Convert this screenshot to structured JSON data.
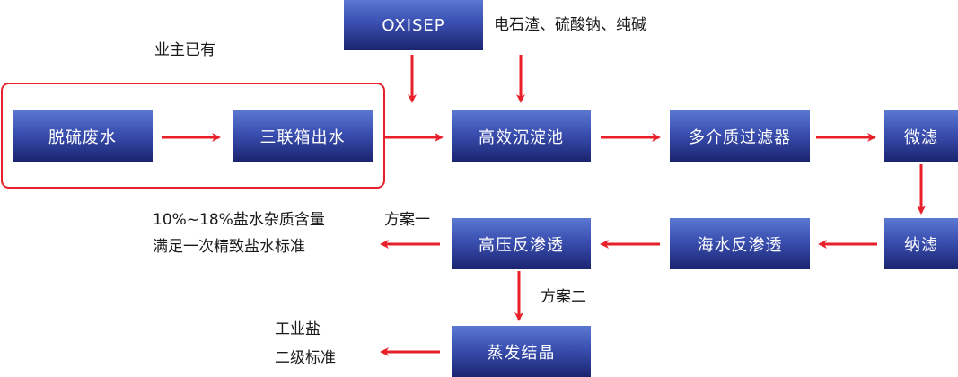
{
  "nodes": {
    "oxisep": "OXISEP",
    "desulfurization_wastewater": "脱硫废水",
    "triple_tank_outlet": "三联箱出水",
    "high_efficiency_settling": "高效沉淀池",
    "multimedia_filter": "多介质过滤器",
    "microfiltration": "微滤",
    "nanofiltration": "纳滤",
    "seawater_ro": "海水反渗透",
    "high_pressure_ro": "高压反渗透",
    "evaporation_crystallization": "蒸发结晶"
  },
  "labels": {
    "owner_existing": "业主已有",
    "chemicals": "电石渣、硫酸钠、纯碱",
    "option_one": "方案一",
    "option_two": "方案二",
    "brine_result_line1": "10%~18%盐水杂质含量",
    "brine_result_line2": "满足一次精致盐水标准",
    "salt_result_line1": "工业盐",
    "salt_result_line2": "二级标准"
  },
  "colors": {
    "arrow": "#e8202a",
    "box_top": "#5a78d2",
    "box_bottom": "#1b2570"
  }
}
